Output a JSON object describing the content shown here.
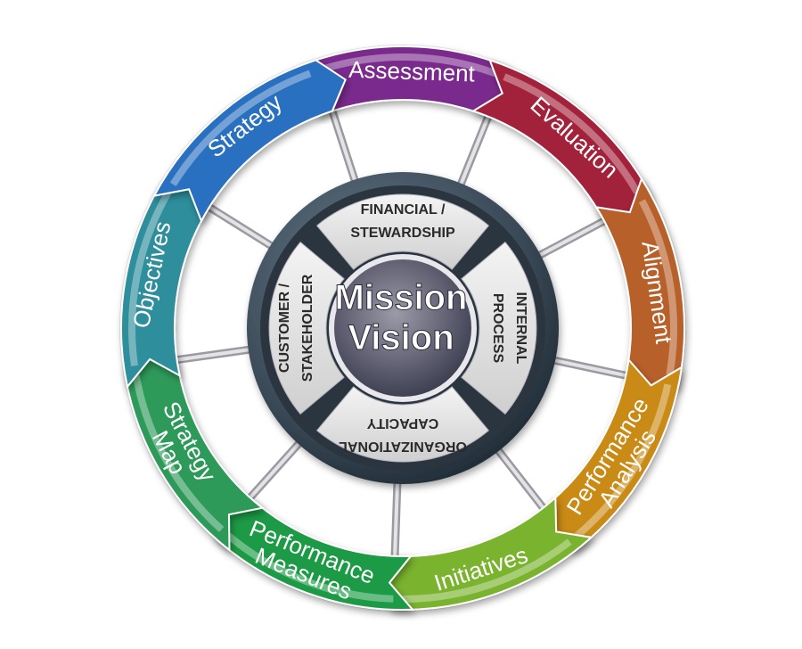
{
  "center": {
    "line1": "Mission",
    "line2": "Vision"
  },
  "perspectives": [
    {
      "id": "financial",
      "line1": "FINANCIAL /",
      "line2": "STEWARDSHIP"
    },
    {
      "id": "internal",
      "line1": "INTERNAL",
      "line2": "PROCESS"
    },
    {
      "id": "organizational",
      "line1": "ORGANIZATIONAL",
      "line2": "CAPACITY"
    },
    {
      "id": "customer",
      "line1": "CUSTOMER /",
      "line2": "STAKEHOLDER"
    }
  ],
  "cycle": [
    {
      "id": "assessment",
      "lines": [
        "Assessment"
      ],
      "color": "#7a2a8c"
    },
    {
      "id": "evaluation",
      "lines": [
        "Evaluation"
      ],
      "color": "#a3203a"
    },
    {
      "id": "alignment",
      "lines": [
        "Alignment"
      ],
      "color": "#b8602a"
    },
    {
      "id": "performance-analysis",
      "lines": [
        "Performance",
        "Analysis"
      ],
      "color": "#c98a14"
    },
    {
      "id": "initiatives",
      "lines": [
        "Initiatives"
      ],
      "color": "#7ab32e"
    },
    {
      "id": "performance-measures",
      "lines": [
        "Performance",
        "Measures"
      ],
      "color": "#1f9a45"
    },
    {
      "id": "strategy-map",
      "lines": [
        "Strategy",
        "Map"
      ],
      "color": "#2f9a5a"
    },
    {
      "id": "objectives",
      "lines": [
        "Objectives"
      ],
      "color": "#2f8e9c"
    },
    {
      "id": "strategy",
      "lines": [
        "Strategy"
      ],
      "color": "#2a6fc0"
    }
  ]
}
